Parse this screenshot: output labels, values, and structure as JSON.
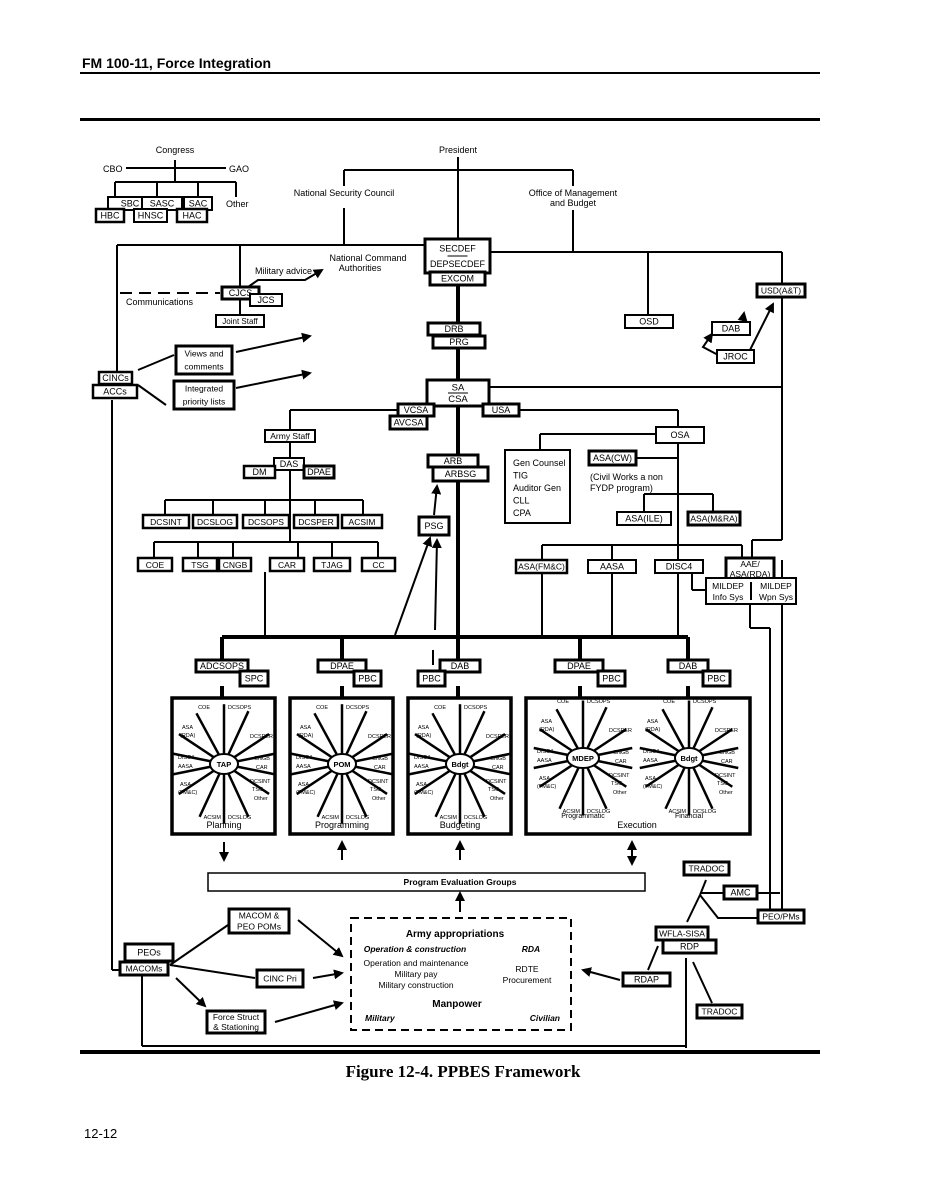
{
  "page": {
    "running_head": "FM 100-11, Force Integration",
    "caption": "Figure 12-4. PPBES Framework",
    "page_number": "12-12"
  },
  "diagram": {
    "labels": {
      "congress": "Congress",
      "cbo": "CBO",
      "gao": "GAO",
      "other": "Other",
      "president": "President",
      "nsc": "National Security Council",
      "omb_1": "Office of Management",
      "omb_2": "and Budget",
      "nca_1": "National Command",
      "nca_2": "Authorities",
      "military_advice": "Military advice",
      "communications": "Communications",
      "osa_note_1": "(Civil Works a non",
      "osa_note_2": "FYDP program)"
    },
    "boxes": {
      "sbc": "SBC",
      "hbc": "HBC",
      "sasc": "SASC",
      "hnsc": "HNSC",
      "sac": "SAC",
      "hac": "HAC",
      "secdef": "SECDEF",
      "depsecdef": "DEPSECDEF",
      "excom": "EXCOM",
      "cjcs": "CJCS",
      "jcs": "JCS",
      "joint_staff": "Joint Staff",
      "osd": "OSD",
      "usd_at": "USD(A&T)",
      "dab_top": "DAB",
      "jroc": "JROC",
      "drb": "DRB",
      "prg": "PRG",
      "cincs": "CINCs",
      "accs": "ACCs",
      "views_1": "Views and",
      "views_2": "comments",
      "ipl_1": "Integrated",
      "ipl_2": "priority lists",
      "sa": "SA",
      "csa": "CSA",
      "vcsa": "VCSA",
      "avcsa": "AVCSA",
      "usa": "USA",
      "army_staff": "Army Staff",
      "das": "DAS",
      "dm": "DM",
      "dpae_staff": "DPAE",
      "arb": "ARB",
      "arbsg": "ARBSG",
      "psg": "PSG",
      "osa": "OSA",
      "asa_cw": "ASA(CW)",
      "asa_ile": "ASA(ILE)",
      "asa_mra": "ASA(M&RA)",
      "asa_fmc": "ASA(FM&C)",
      "aasa": "AASA",
      "disc4": "DISC4",
      "aae_1": "AAE/",
      "aae_2": "ASA(RDA)",
      "mildep_info_1": "MILDEP",
      "mildep_info_2": "Info Sys",
      "mildep_wpn_1": "MILDEP",
      "mildep_wpn_2": "Wpn Sys",
      "adcsops": "ADCSOPS",
      "spc": "SPC",
      "dpae_prog": "DPAE",
      "pbc_prog": "PBC",
      "dab_budget": "DAB",
      "pbc_budget": "PBC",
      "dpae_exec": "DPAE",
      "pbc_exec1": "PBC",
      "dab_exec": "DAB",
      "pbc_exec2": "PBC",
      "peg": "Program Evaluation Groups",
      "tradoc_top": "TRADOC",
      "amc": "AMC",
      "peo_pms": "PEO/PMs",
      "wfla_sisa": "WFLA-SISA",
      "rdp": "RDP",
      "rdap": "RDAP",
      "tradoc_bottom": "TRADOC",
      "macom_peo_1": "MACOM &",
      "macom_peo_2": "PEO POMs",
      "peos": "PEOs",
      "macoms": "MACOMs",
      "cinc_pri": "CINC Pri",
      "force_struct_1": "Force Struct",
      "force_struct_2": "& Stationing"
    },
    "gen_counsel_list": [
      "Gen Counsel",
      "TIG",
      "Auditor Gen",
      "CLL",
      "CPA"
    ],
    "staff_row_1": [
      "DCSINT",
      "DCSLOG",
      "DCSOPS",
      "DCSPER",
      "ACSIM"
    ],
    "staff_row_2": [
      "COE",
      "TSG",
      "CNGB",
      "CAR",
      "TJAG",
      "CC"
    ],
    "appropriations": {
      "title": "Army appropriations",
      "oc_heading": "Operation & construction",
      "rda_heading": "RDA",
      "oc_items": [
        "Operation and maintenance",
        "Military pay",
        "Military construction"
      ],
      "rda_items": [
        "RDTE",
        "Procurement"
      ],
      "manpower": "Manpower",
      "military": "Military",
      "civilian": "Civilian"
    },
    "wheel_spokes": {
      "coe": "COE",
      "dcsops": "DCSOPS",
      "asa_rda_1": "ASA",
      "asa_rda_2": "(RDA)",
      "dcsper": "DCSPER",
      "disc4": "DISC4",
      "cngb": "CNGB",
      "aasa": "AASA",
      "car": "CAR",
      "asa_fmc_1": "ASA",
      "asa_fmc_2": "(FM&C)",
      "dcsint": "DCSINT",
      "tsg": "TSG",
      "other": "Other",
      "acsim": "ACSIM",
      "dcslog": "DCSLOG"
    },
    "phases": [
      {
        "hub": "TAP",
        "label": "Planning"
      },
      {
        "hub": "POM",
        "label": "Programming"
      },
      {
        "hub": "Bdgt",
        "label": "Budgeting"
      },
      {
        "hub": "MDEP",
        "label": "Programmatic"
      },
      {
        "hub": "Bdgt",
        "label": "Financial"
      }
    ],
    "execution_label": "Execution"
  }
}
